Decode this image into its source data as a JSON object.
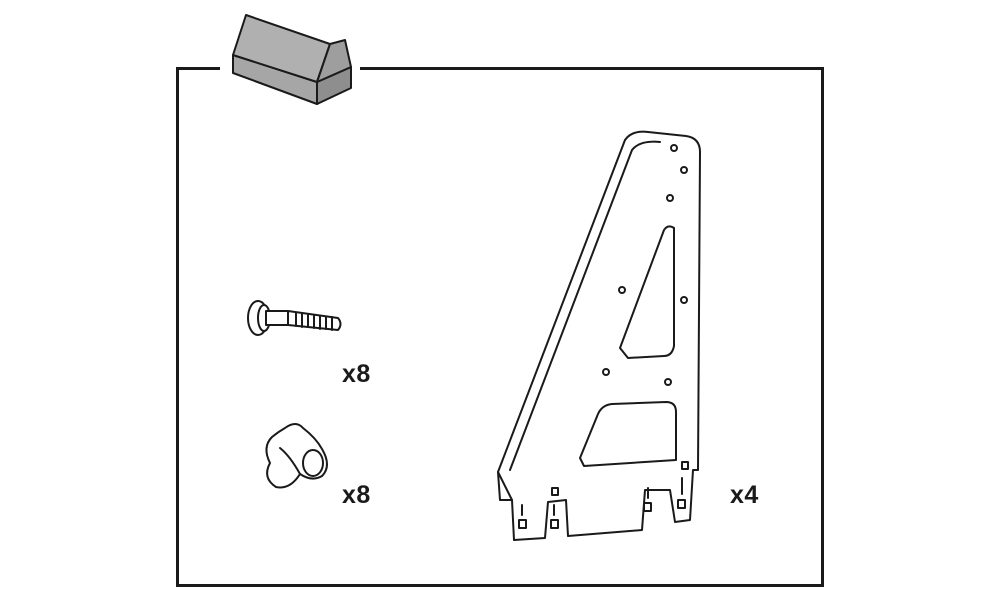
{
  "parts": [
    {
      "name": "bolt",
      "icon": "carriage-bolt-icon",
      "quantity": "x8"
    },
    {
      "name": "knob",
      "icon": "three-lobe-knob-icon",
      "quantity": "x8"
    },
    {
      "name": "bracket",
      "icon": "a-frame-bracket-icon",
      "quantity": "x4"
    }
  ],
  "header_icon": "open-box-icon",
  "colors": {
    "line": "#1a1a1a",
    "box_fill": "#9a9a9a",
    "box_fill_light": "#b9b9b9",
    "part_fill": "#ffffff"
  }
}
